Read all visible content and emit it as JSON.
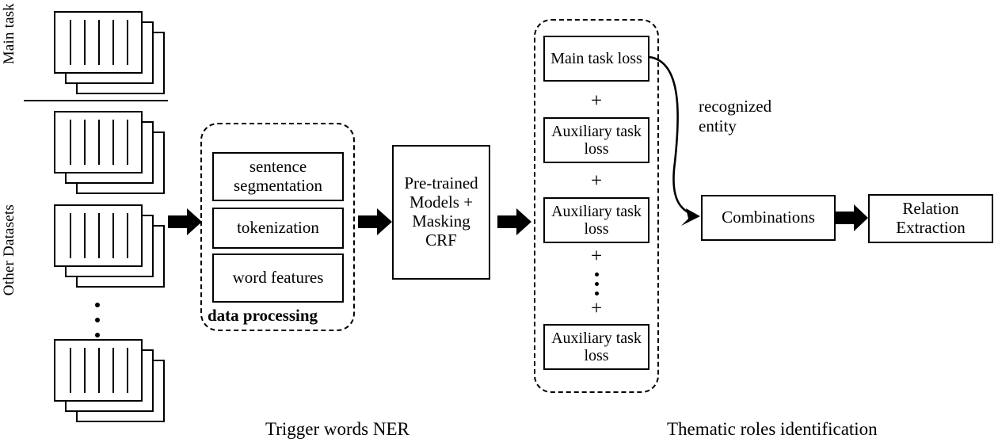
{
  "figure": {
    "labels": {
      "main_task": "Main task",
      "other_datasets": "Other Datasets"
    },
    "captions": {
      "left": "Trigger words NER",
      "right": "Thematic roles identification"
    },
    "edge_labels": {
      "recognized_entity": "recognized\nentity"
    }
  },
  "data_processing": {
    "title": "data processing",
    "steps": [
      "sentence\nsegmentation",
      "tokenization",
      "word\nfeatures"
    ]
  },
  "model": {
    "box_label": "Pre-trained\nModels +\nMasking\nCRF"
  },
  "loss_stack": {
    "items": [
      "Main task\nloss",
      "Auxiliary\ntask loss",
      "Auxiliary\ntask loss",
      "Auxiliary\ntask loss"
    ],
    "operator": "+",
    "ellipsis": "⋮"
  },
  "downstream": {
    "combinations": "Combinations",
    "relation_extraction": "Relation\nExtraction"
  },
  "icons": {
    "block_arrow": "block-arrow-right-icon",
    "curved_arrow": "curved-arrow-icon",
    "dataset_stack": "dataset-stack-icon",
    "vertical_ellipsis": "vertical-ellipsis-icon"
  },
  "colors": {
    "stroke": "#000000",
    "background": "#ffffff"
  }
}
